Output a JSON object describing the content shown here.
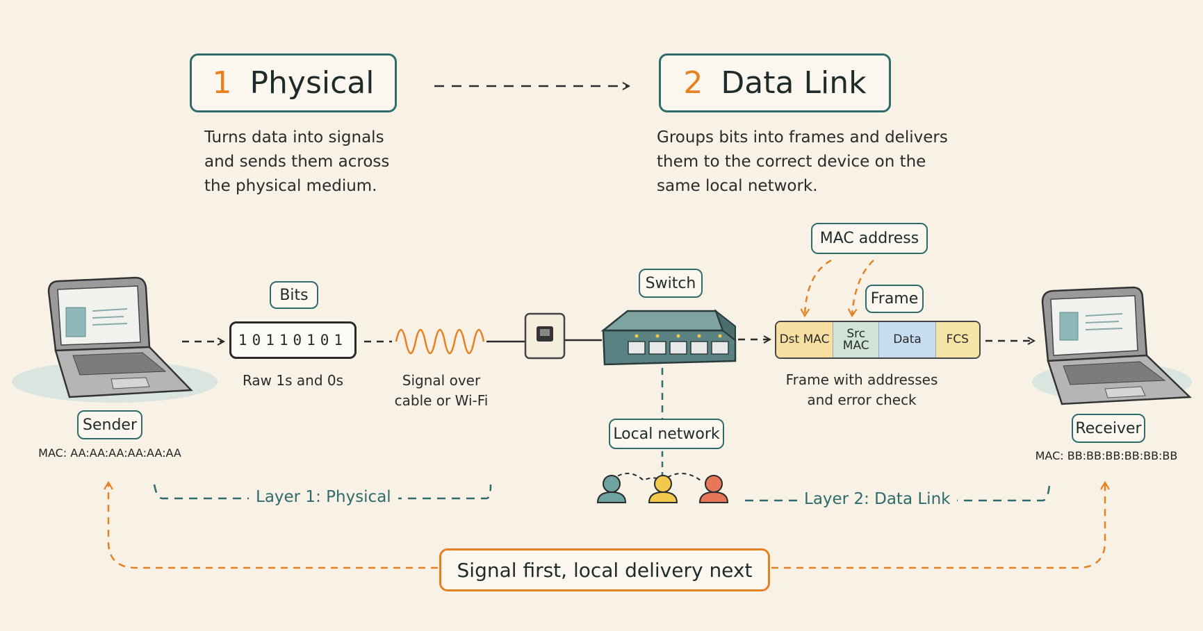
{
  "layers": [
    {
      "number": "1",
      "name": "Physical",
      "description": [
        "Turns data into signals",
        "and sends them across",
        "the physical medium."
      ]
    },
    {
      "number": "2",
      "name": "Data Link",
      "description": [
        "Groups bits into frames and delivers",
        "them to the correct device on the",
        "same local network."
      ]
    }
  ],
  "sender": {
    "label": "Sender",
    "mac": "MAC: AA:AA:AA:AA:AA:AA"
  },
  "receiver": {
    "label": "Receiver",
    "mac": "MAC: BB:BB:BB:BB:BB:BB"
  },
  "bits": {
    "label": "Bits",
    "value": "10110101",
    "caption": "Raw 1s and 0s"
  },
  "signal": {
    "caption": [
      "Signal over",
      "cable or Wi-Fi"
    ]
  },
  "switch": {
    "label": "Switch"
  },
  "local_network": {
    "label": "Local network"
  },
  "mac_address": {
    "label": "MAC address"
  },
  "frame": {
    "label": "Frame",
    "fields": [
      {
        "name": "Dst MAC",
        "color": "#f6dfa0"
      },
      {
        "name": "Src\nMAC",
        "color": "#cfe3d6"
      },
      {
        "name": "Data",
        "color": "#c7dcef"
      },
      {
        "name": "FCS",
        "color": "#f6e3a6"
      }
    ],
    "caption": [
      "Frame with addresses",
      "and error check"
    ]
  },
  "layer_spans": {
    "layer1": "Layer 1: Physical",
    "layer2": "Layer 2: Data Link"
  },
  "summary": "Signal first, local delivery next",
  "colors": {
    "teal": "#2f6b6b",
    "orange": "#e7801f",
    "paper": "#f7f1e6"
  },
  "icons": [
    "laptop-icon",
    "wave-icon",
    "wall-jack-icon",
    "switch-icon",
    "people-icon"
  ]
}
